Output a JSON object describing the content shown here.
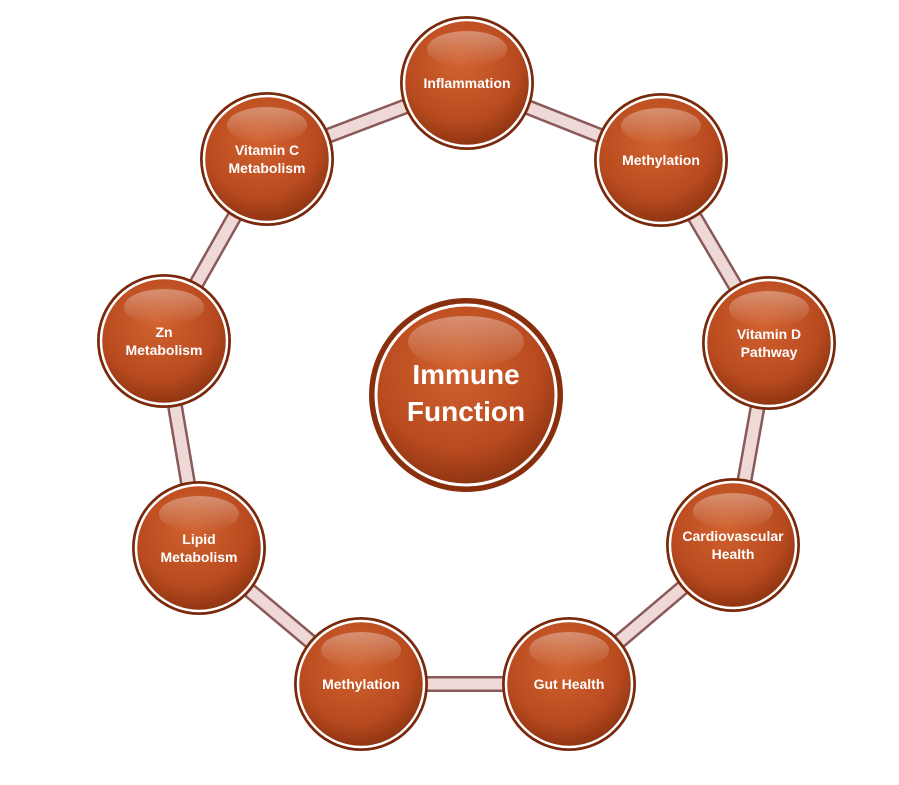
{
  "center": {
    "lines": [
      "Immune",
      "Function"
    ]
  },
  "nodes": [
    {
      "id": "inflammation",
      "lines": [
        "Inflammation"
      ]
    },
    {
      "id": "methylation-top",
      "lines": [
        "Methylation"
      ]
    },
    {
      "id": "vitamin-d-pathway",
      "lines": [
        "Vitamin D",
        "Pathway"
      ]
    },
    {
      "id": "cardiovascular-health",
      "lines": [
        "Cardiovascular",
        "Health"
      ]
    },
    {
      "id": "gut-health",
      "lines": [
        "Gut Health"
      ]
    },
    {
      "id": "methylation-bottom",
      "lines": [
        "Methylation"
      ]
    },
    {
      "id": "lipid-metabolism",
      "lines": [
        "Lipid",
        "Metabolism"
      ]
    },
    {
      "id": "zn-metabolism",
      "lines": [
        "Zn",
        "Metabolism"
      ]
    },
    {
      "id": "vitamin-c-metabolism",
      "lines": [
        "Vitamin C",
        "Metabolism"
      ]
    }
  ],
  "colors": {
    "node_fill": "#b84a1f",
    "node_dark": "#7a2a0c",
    "ring": "#efd9d6",
    "ring_edge": "#8a5a5a",
    "label": "#ffffff"
  }
}
